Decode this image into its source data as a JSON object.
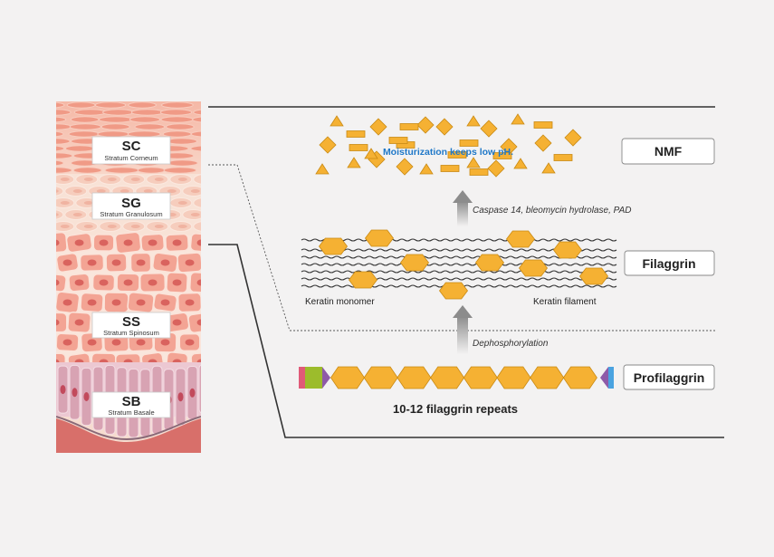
{
  "layers": [
    {
      "abbr": "SC",
      "name": "Stratum Corneum"
    },
    {
      "abbr": "SG",
      "name": "Stratum Granulosum"
    },
    {
      "abbr": "SS",
      "name": "Stratum Spinosum"
    },
    {
      "abbr": "SB",
      "name": "Stratum Basale"
    }
  ],
  "labels": {
    "nmf": "NMF",
    "filaggrin": "Filaggrin",
    "profilaggrin": "Profilaggrin",
    "moisturization": "Moisturization keeps low pH.",
    "enzymes": "Caspase 14, bleomycin hydrolase, PAD",
    "dephosphorylation": "Dephosphorylation",
    "keratin_monomer": "Keratin monomer",
    "keratin_filament": "Keratin filament",
    "repeats": "10-12 filaggrin repeats"
  },
  "colors": {
    "filaggrin_fill": "#f5b133",
    "filaggrin_stroke": "#c98a14",
    "moisture_text": "#1f78c8",
    "arrow": "#9a9a9a",
    "skin_pink": "#f3a494",
    "basal_purple": "#d8a3b3",
    "dermis": "#d86f6a"
  },
  "icons": {
    "arrow_up": "arrow-up-icon",
    "hexagon": "hexagon-icon",
    "diamond": "diamond-icon"
  }
}
